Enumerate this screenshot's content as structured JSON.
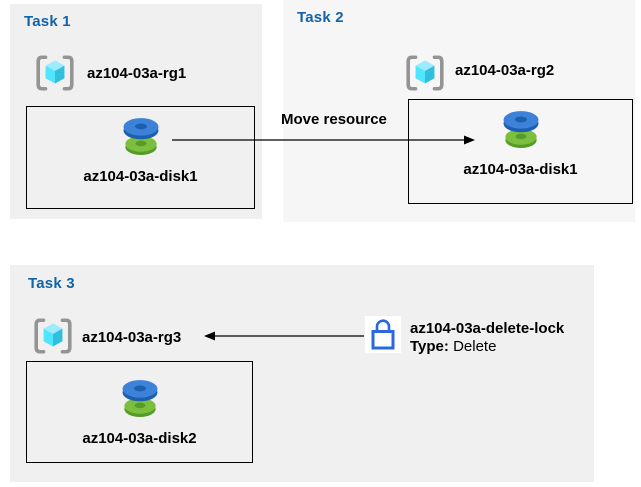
{
  "colors": {
    "title_blue": "#1263a8",
    "panel_gray": "#f0f0f0",
    "panel_light_gray": "#f6f6f6",
    "box_border": "#000000",
    "arrow": "#000000",
    "rg_bracket_gray": "#949494",
    "rg_cube_light": "#9cebff",
    "rg_cube_mid": "#50e6ff",
    "rg_cube_dark": "#32bedd",
    "disk_blue_top": "#3b82d8",
    "disk_blue_dark": "#1c5fae",
    "disk_green_top": "#7cbf3f",
    "disk_green_dark": "#569b28",
    "lock_blue": "#2a68dd"
  },
  "icons": {
    "resource_group": "resource-group-icon (gray brackets around cyan cube)",
    "disk": "disk-icon (blue disk stacked on green disk)",
    "lock": "lock-icon (blue outlined padlock on white chip)"
  },
  "tasks": [
    {
      "title": "Task 1",
      "resource_group": "az104-03a-rg1",
      "resource": "az104-03a-disk1"
    },
    {
      "title": "Task 2",
      "resource_group": "az104-03a-rg2",
      "resource": "az104-03a-disk1"
    },
    {
      "title": "Task 3",
      "resource_group": "az104-03a-rg3",
      "resource": "az104-03a-disk2"
    }
  ],
  "annotations": {
    "move_label": "Move resource",
    "lock": {
      "name": "az104-03a-delete-lock",
      "type_label": "Type:",
      "type_value": " Delete"
    }
  }
}
